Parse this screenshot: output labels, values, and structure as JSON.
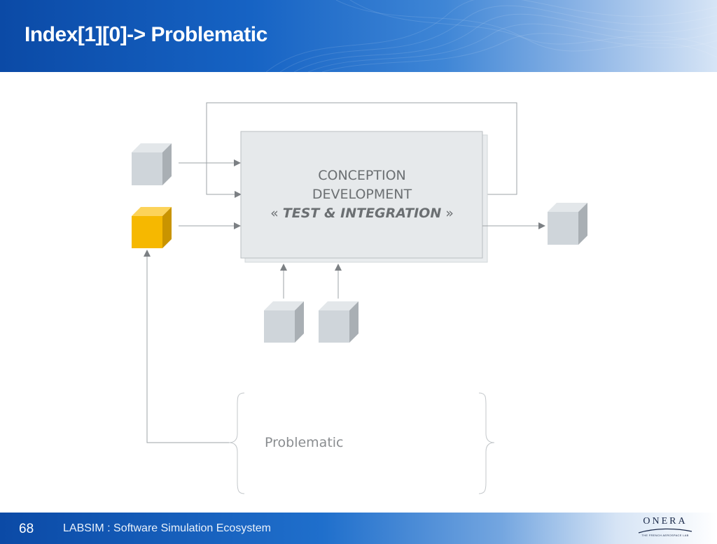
{
  "header": {
    "title": "Index[1][0]-> Problematic"
  },
  "diagram": {
    "box_lines": [
      "CONCEPTION",
      "DEVELOPMENT"
    ],
    "box_line3": {
      "open": "« ",
      "italic": "TEST & INTEGRATION",
      "close": " »"
    },
    "problematic_label": "Problematic",
    "colors": {
      "box_fill": "#e6e9eb",
      "box_border": "#b9bec2",
      "cube_gray_front": "#cfd5da",
      "cube_gray_top": "#e3e7ea",
      "cube_gray_side": "#a9afb4",
      "cube_yellow_front": "#f6b800",
      "cube_yellow_top": "#fcd35a",
      "cube_yellow_side": "#c99400",
      "arrow": "#7c8084",
      "line": "#9ea3a7"
    },
    "icons": [
      "gray-cube-icon",
      "yellow-cube-icon",
      "arrow-icon",
      "brace-icon"
    ]
  },
  "footer": {
    "page_number": "68",
    "text": "LABSIM : Software Simulation Ecosystem",
    "logo_word": "ONERA",
    "logo_tagline": "THE FRENCH AEROSPACE LAB"
  }
}
